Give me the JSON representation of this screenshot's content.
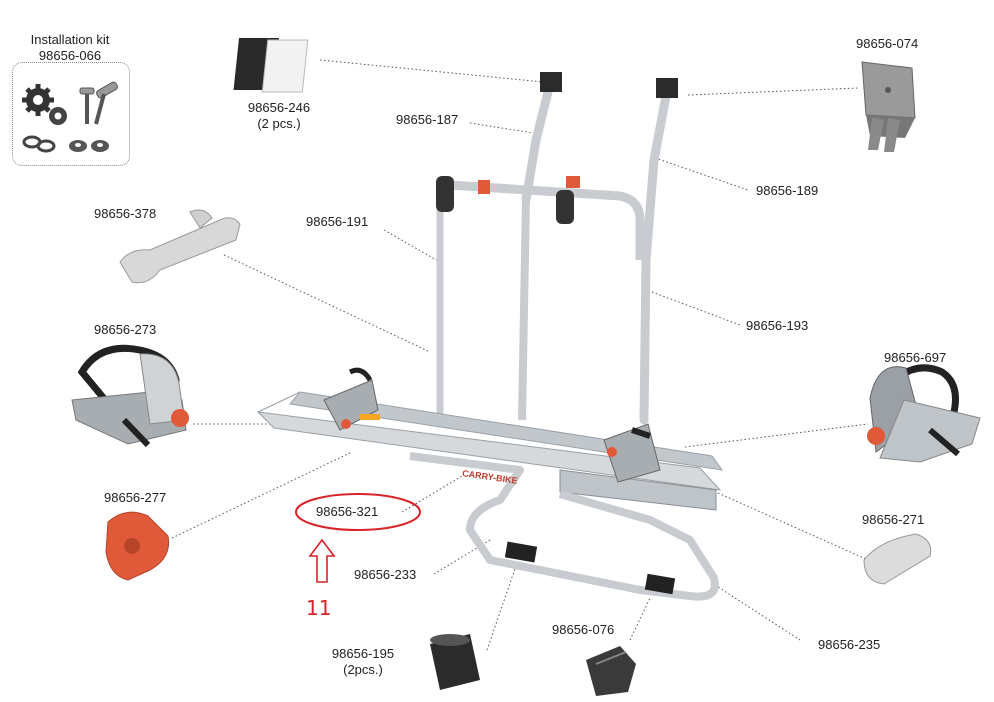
{
  "kit": {
    "title": "Installation kit",
    "code": "98656-066"
  },
  "labels": {
    "p246": "98656-246",
    "p246_qty": "(2 pcs.)",
    "p187": "98656-187",
    "p074": "98656-074",
    "p189": "98656-189",
    "p378": "98656-378",
    "p191": "98656-191",
    "p193": "98656-193",
    "p273": "98656-273",
    "p697": "98656-697",
    "p277": "98656-277",
    "p321": "98656-321",
    "p271": "98656-271",
    "p233": "98656-233",
    "p076": "98656-076",
    "p195": "98656-195",
    "p195_qty": "(2pcs.)",
    "p235": "98656-235"
  },
  "callout": {
    "number": "11"
  },
  "brand": {
    "text": "CARRY-BIKE"
  },
  "colors": {
    "accent": "#d9232a",
    "part_red": "#e05a3a",
    "frame": "#c8ccd0"
  }
}
